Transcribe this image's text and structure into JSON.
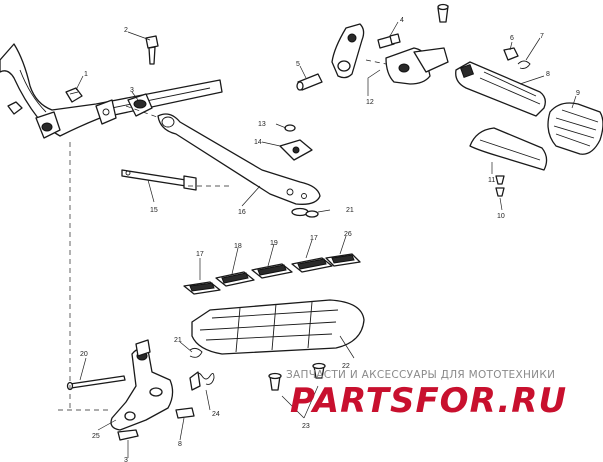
{
  "diagram": {
    "callouts": [
      "1",
      "2",
      "3",
      "4",
      "5",
      "6",
      "7",
      "8",
      "9",
      "10",
      "11",
      "12",
      "13",
      "14",
      "15",
      "16",
      "17",
      "18",
      "19",
      "20",
      "21",
      "22",
      "23",
      "24",
      "25",
      "26"
    ]
  },
  "watermark": {
    "tagline": "ЗАПЧАСТИ И АКСЕССУАРЫ ДЛЯ МОТОТЕХНИКИ",
    "logo": "PARTSFOR.RU",
    "logo_color": "#c8102e"
  }
}
